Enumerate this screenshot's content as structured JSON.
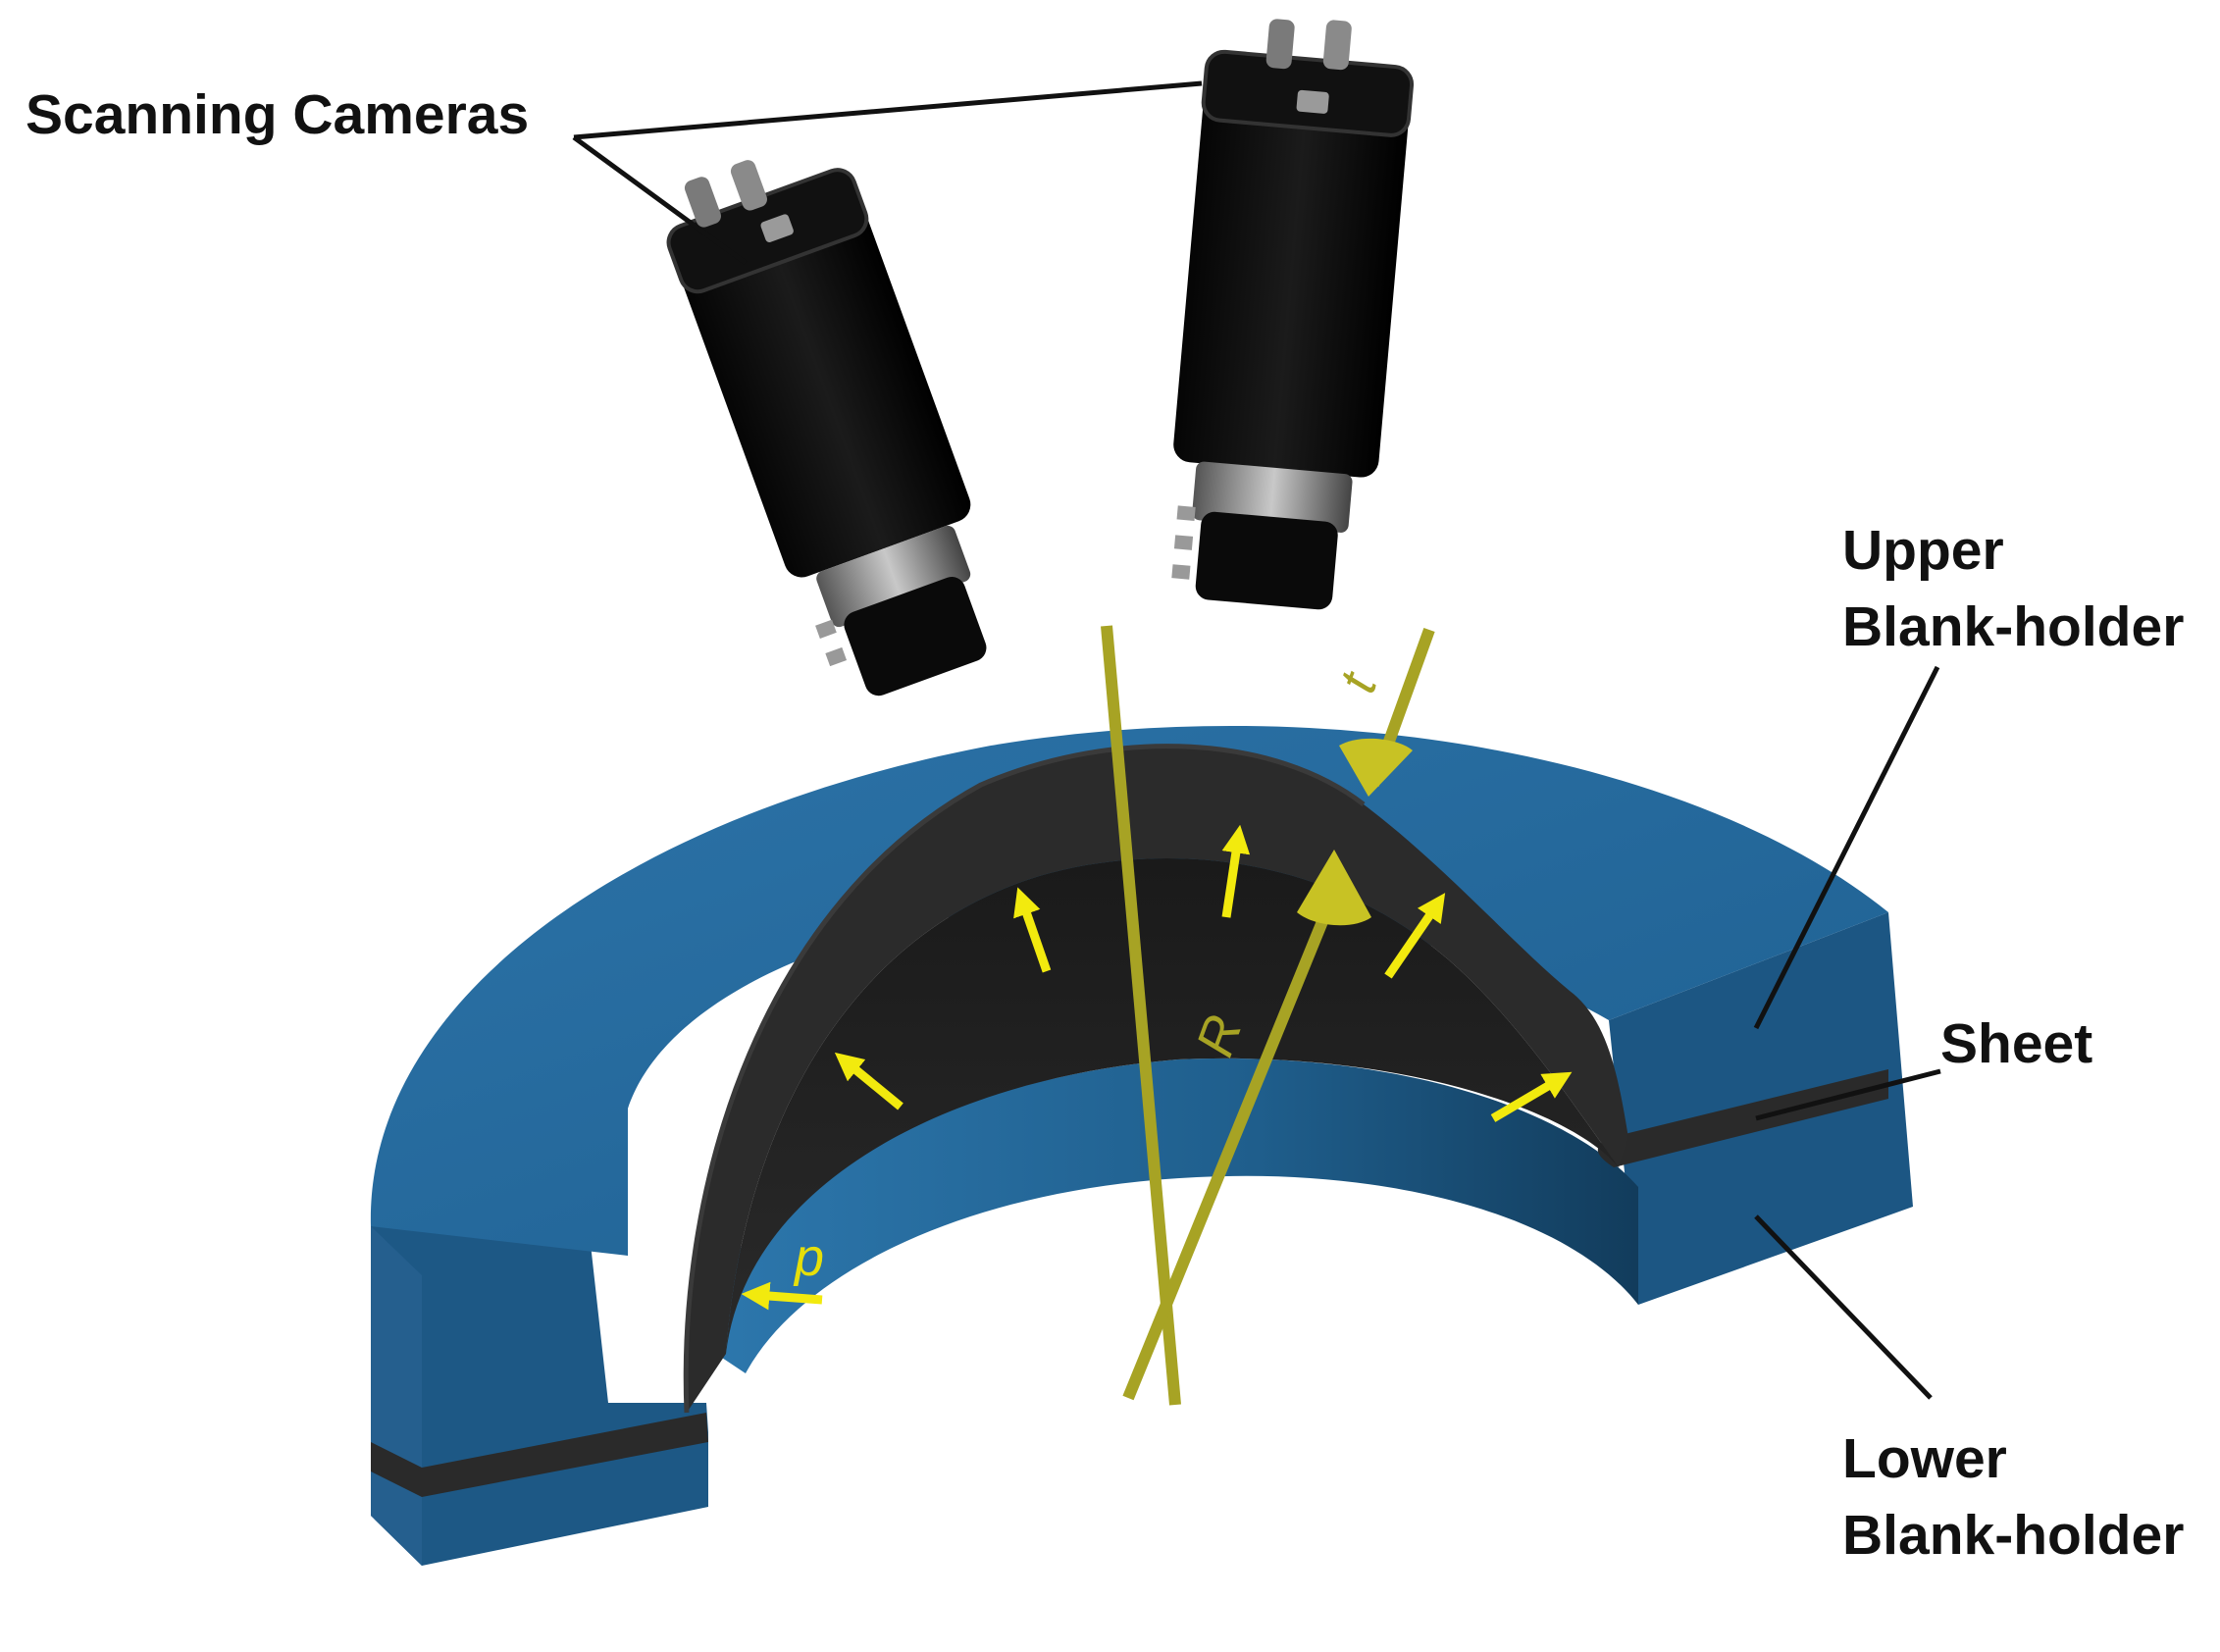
{
  "labels": {
    "scanning_cameras": "Scanning Cameras",
    "upper_blank_holder": [
      "Upper",
      "Blank-holder"
    ],
    "sheet": "Sheet",
    "lower_blank_holder": [
      "Lower",
      "Blank-holder"
    ]
  },
  "symbols": {
    "thickness": "t",
    "radius": "R",
    "pressure": "p"
  },
  "colors": {
    "blank_holder": "#24679b",
    "blank_holder_side": "#1b557f",
    "sheet": "#2c2c2c",
    "dome_inner": "#1d1d1d",
    "camera": "#0d0d0d",
    "annotation": "#e6df0a",
    "axis": "#a7a324"
  }
}
